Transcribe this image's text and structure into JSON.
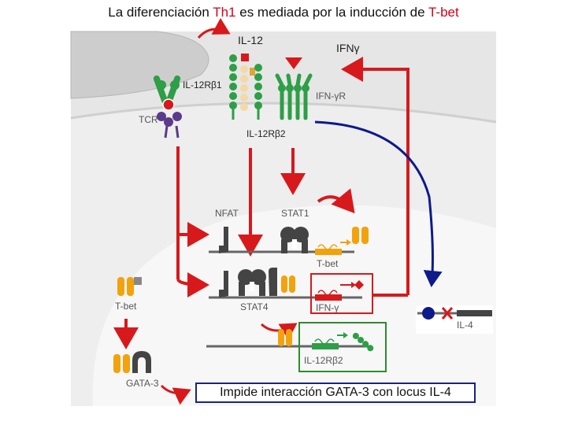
{
  "title": {
    "part1": "La diferenciación ",
    "part2": "Th1",
    "part3": " es mediada por la inducción de ",
    "part4": "T-bet"
  },
  "labels": {
    "il12": "IL-12",
    "ifng": "IFNγ",
    "il12rb1": "IL-12Rβ1",
    "ifngr": "IFN-γR",
    "tcr": "TCR",
    "il12rb2": "IL-12Rβ2",
    "nfat": "NFAT",
    "stat1": "STAT1",
    "tbet_gene": "T-bet",
    "stat4": "STAT4",
    "ifng_gene": "IFN-γ",
    "il4": "IL-4",
    "tbet_protein": "T-bet",
    "gata3": "GATA-3",
    "il12rb2_gene": "IL-12Rβ2"
  },
  "caption": "Impide interacción GATA-3 con locus IL-4",
  "colors": {
    "red": "#d7191c",
    "green": "#2e9e47",
    "orange": "#f2a20c",
    "blue": "#0d1a8c",
    "purple": "#5b3a8c",
    "gray": "#555555",
    "box_red": "#d7191c",
    "box_green": "#2e8b2e"
  }
}
